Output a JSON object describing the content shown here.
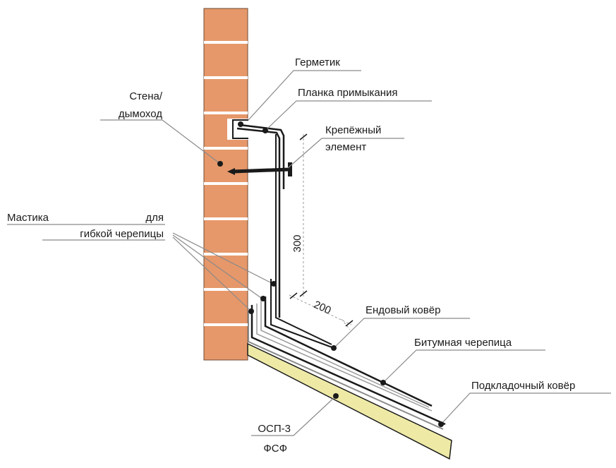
{
  "labels": {
    "sealant": "Герметик",
    "wall_line1": "Стена/",
    "wall_line2": "дымоход",
    "abutment_strip": "Планка примыкания",
    "fastener_line1": "Крепёжный",
    "fastener_line2": "элемент",
    "mastic_line1_a": "Мастика",
    "mastic_line1_b": "для",
    "mastic_line2": "гибкой черепицы",
    "valley_carpet": "Ендовый ковёр",
    "bitumen_shingle": "Битумная черепица",
    "underlay_carpet": "Подкладочный ковёр",
    "osb_line1": "ОСП-3",
    "osb_line2": "ФСФ"
  },
  "dimensions": {
    "vertical": "300",
    "horizontal": "200"
  },
  "colors": {
    "brick": "#e6986a",
    "mortar": "#ffffff",
    "osb": "#eeeaa6",
    "line": "#1a1a1a",
    "gray": "#8a8a8a"
  }
}
